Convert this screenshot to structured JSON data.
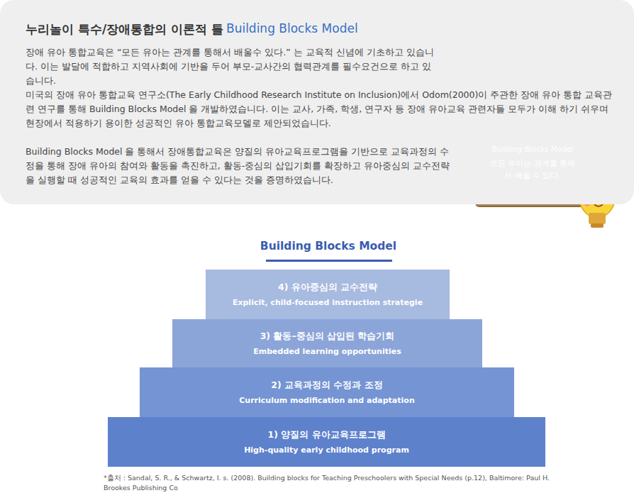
{
  "diagram": {
    "title": "Building Blocks Model",
    "caption": "*출처 : Sandal, S. R., & Schwartz, I. s. (2008). Building blocks for Teaching Preschoolers with Special Needs (p.12), Baltimore: Paul H. Brookes Publishing Co",
    "nodes": [
      {
        "text": [
          "누리놀이 특수/장애통합의 이론적 틀",
          "Building Blocks Model",
          "장애 유아 통합교육은 “모든 유아는 관계를 통해서 배울수 있다.” 는 교육적 신념에 기초하고 있습니다. 이는 발달에 적합하고 지역사회에 기반을 두어 부모-교사간의 협력관계를 필수요건으로 하고 있습니다.",
          "미국의 장애 유아 통합교육 연구소(The Early Childhood Research Institute on Inclusion)에서 Odom(2000)이 주관한 장애 유아 통합 교육관련 연구를 통해 Building Blocks Model 을 개발하였습니다. 이는 교사, 가족, 학생, 연구자 등 장애 유아교육 관련자들 모두가 이해 하기 쉬우며 현장에서 적용하기 용이한 성공적인 유아 통합교육모델로 제안되었습니다.",
          "Building Blocks Model 을 통해서 장애통합교육은 양질의 유아교육프로그램을 기반으로 교육과정의 수정을 통해 장애 유아의 참여와 활동을 촉진하고, 활동-중심의 삽입기회를 확장하고 유아중심의 교수전략을 실행할 때 성공적인 교육의 효과를 얻을 수 있다는 것을 증명하였습니다."
        ]
      },
      {
        "text": [
          "Building Blocks Model",
          "모든 유아는 관계를 통해서 배울 수 있다."
        ]
      },
      {
        "text": [
          "4) 유아중심의 교수전략",
          "Explicit, child-focused instruction strategie"
        ]
      },
      {
        "text": [
          "3) 활동–중심의 삽입된 학습기회",
          "Embedded learning opportunities"
        ]
      },
      {
        "text": [
          "2) 교육과정의 수정과 조정",
          "Curriculum modification and adaptation"
        ]
      },
      {
        "text": [
          "1) 양질의 유아교육프로그램",
          "High-quality early childhood program"
        ]
      }
    ]
  }
}
